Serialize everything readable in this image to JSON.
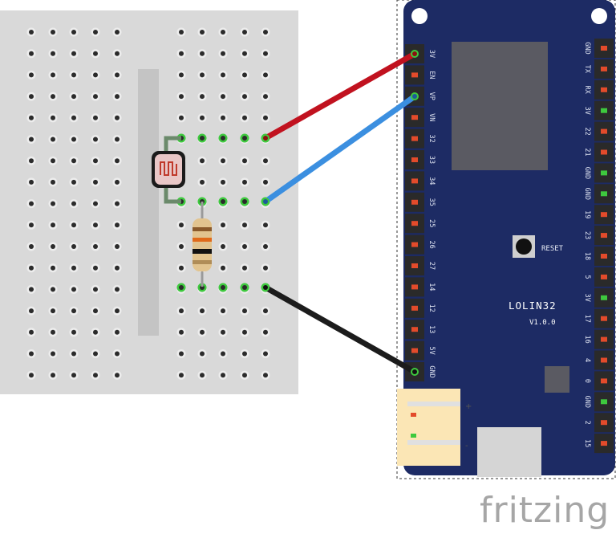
{
  "diagram": {
    "board": {
      "name": "LOLIN32",
      "version": "V1.0.0",
      "reset_label": "RESET",
      "left_pins": [
        "3V",
        "EN",
        "VP",
        "VN",
        "32",
        "33",
        "34",
        "35",
        "25",
        "26",
        "27",
        "14",
        "12",
        "13",
        "5V",
        "GND"
      ],
      "right_pins": [
        "GND",
        "TX",
        "RX",
        "3V",
        "22",
        "21",
        "GND",
        "GND",
        "19",
        "23",
        "18",
        "5",
        "3V",
        "17",
        "16",
        "4",
        "0",
        "GND",
        "2",
        "15"
      ]
    },
    "battery_connector": {
      "plus": "+",
      "minus": "-"
    },
    "wires": [
      {
        "name": "3V3 power",
        "color": "#c1121f"
      },
      {
        "name": "VP signal",
        "color": "#3b8fe0"
      },
      {
        "name": "GND",
        "color": "#1c1c1c"
      }
    ],
    "components": [
      "photoresistor",
      "resistor"
    ],
    "colors": {
      "board": "#1d2b64",
      "breadboard": "#d9d9d9",
      "pin_green": "#3ec93e",
      "pin_red": "#e34b2b"
    },
    "watermark": "fritzing"
  }
}
